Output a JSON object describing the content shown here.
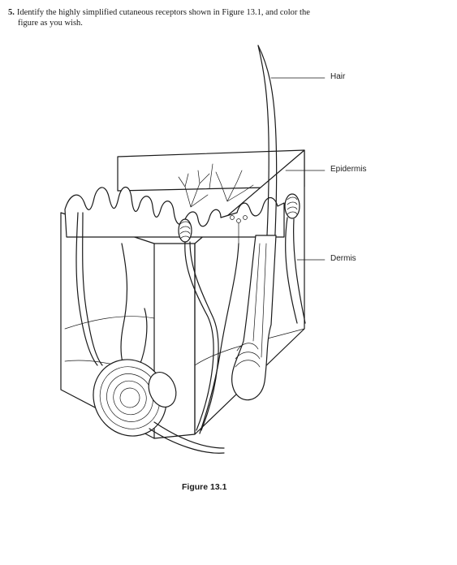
{
  "question": {
    "number": "5.",
    "line1": "Identify the highly simplified cutaneous receptors shown in Figure 13.1, and color the",
    "line2": "figure as you wish."
  },
  "labels": {
    "hair": "Hair",
    "epidermis": "Epidermis",
    "dermis": "Dermis"
  },
  "caption": "Figure 13.1"
}
